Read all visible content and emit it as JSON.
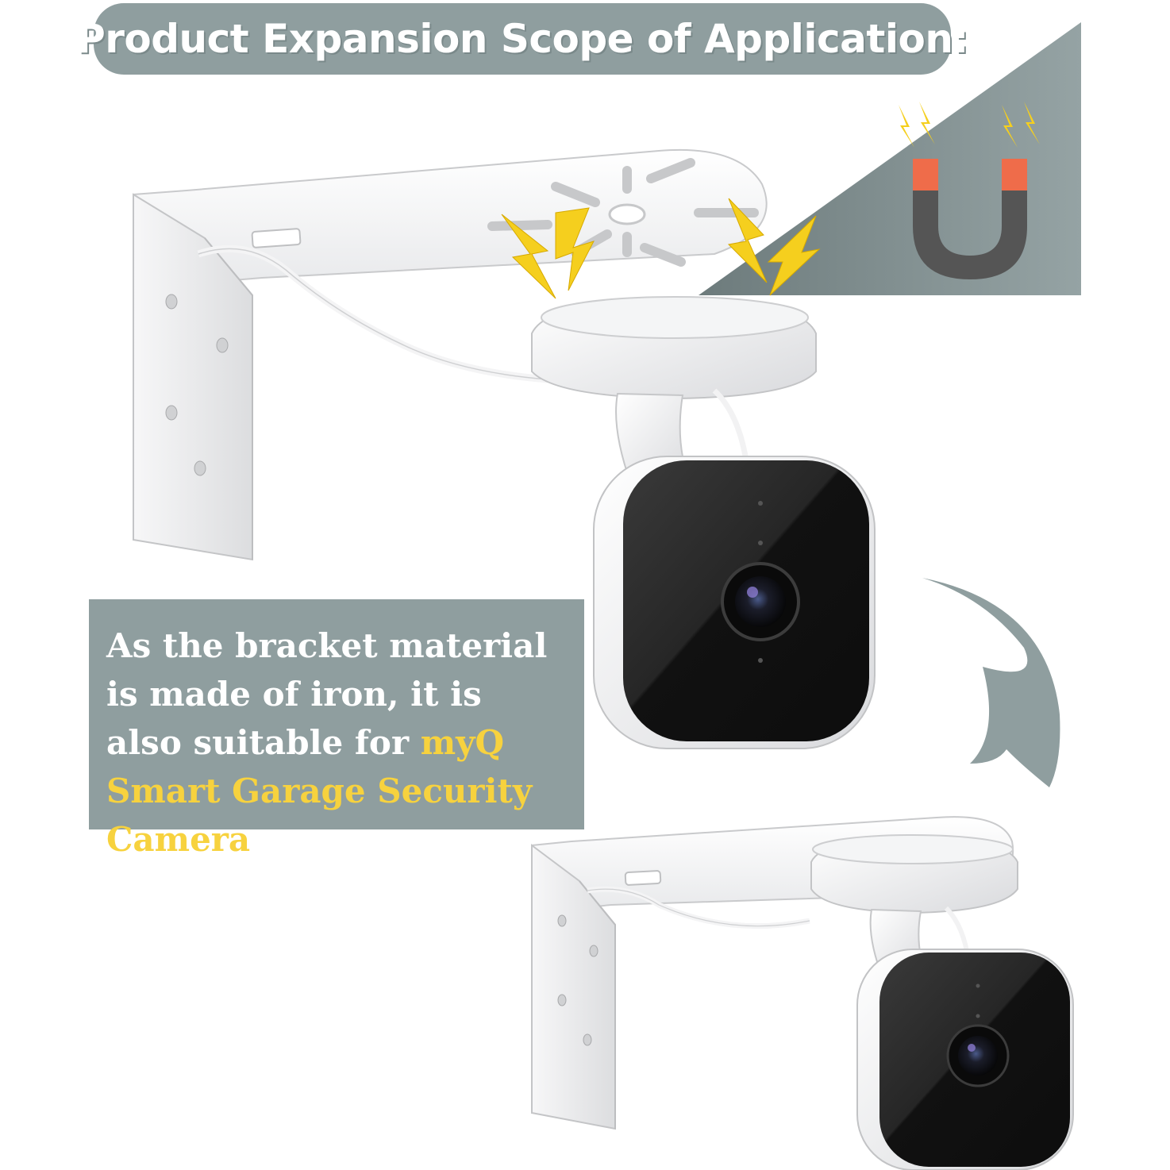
{
  "title": "Product Expansion Scope of Application:",
  "info": {
    "text_before": "As the bracket material is made of iron, it is also suitable for ",
    "highlight": "myQ Smart Garage Security Camera"
  },
  "colors": {
    "banner": "#8f9e9f",
    "highlight": "#f7d23e",
    "bolt": "#f5cf1e",
    "magnet_body": "#555555",
    "magnet_tip": "#ef6c4a",
    "camera_face": "#1f1f1f",
    "bracket": "#ffffff"
  },
  "icons": [
    "lightning-bolt-icon",
    "magnet-icon",
    "curved-arrow-icon",
    "camera-lens-icon"
  ]
}
